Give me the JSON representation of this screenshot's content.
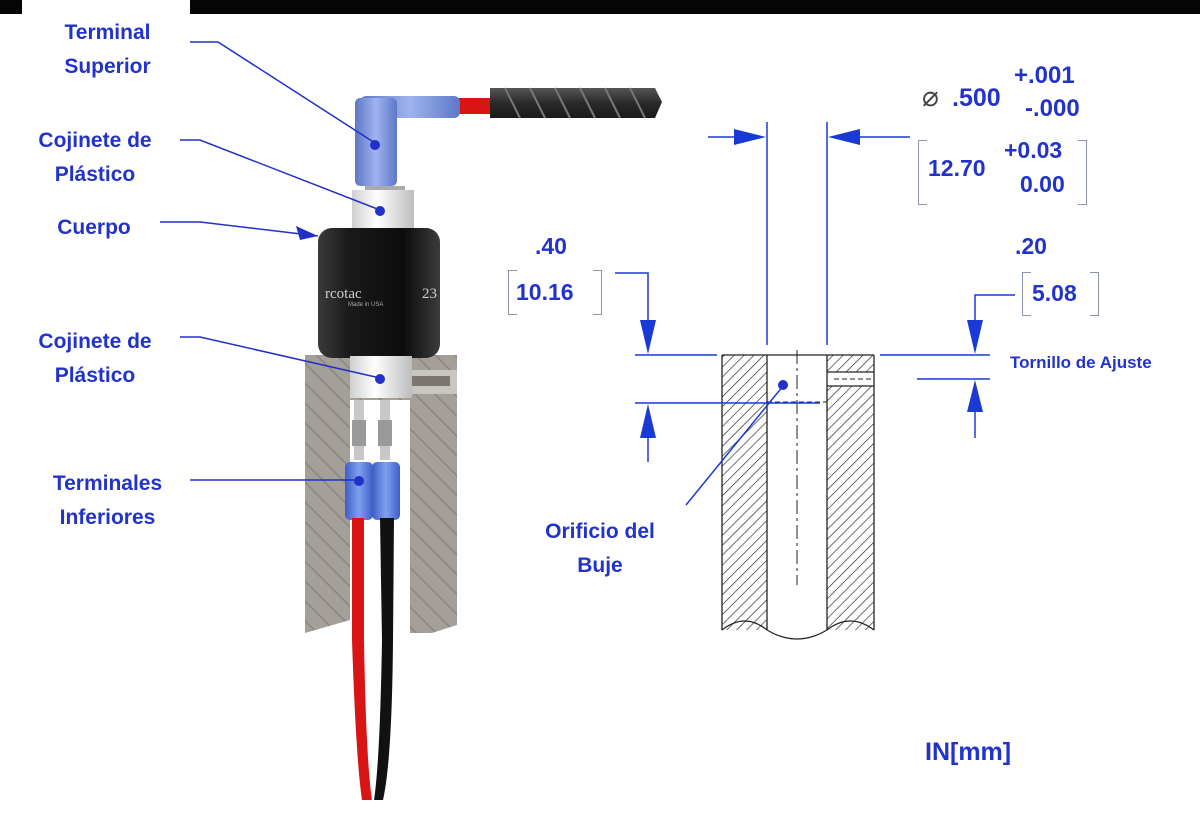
{
  "labels": {
    "terminal_superior": [
      "Terminal",
      "Superior"
    ],
    "cojinete_top": [
      "Cojinete de",
      "Plástico"
    ],
    "cuerpo": "Cuerpo",
    "cojinete_bottom": [
      "Cojinete de",
      "Plástico"
    ],
    "terminales_inferiores": [
      "Terminales",
      "Inferiores"
    ],
    "orificio": [
      "Orificio del",
      "Buje"
    ],
    "tornillo": "Tornillo de Ajuste",
    "units": "IN[mm]"
  },
  "body_print": {
    "brand": "rcotac",
    "made_in": "Made in USA",
    "model": "23"
  },
  "dimensions": {
    "diameter": {
      "symbol": "⌀",
      "nominal": ".500",
      "plus": "+.001",
      "minus": "-.000",
      "metric_nominal": "12.70",
      "metric_plus": "+0.03",
      "metric_minus": "0.00"
    },
    "depth_left": {
      "inch": ".40",
      "mm": "10.16"
    },
    "depth_right": {
      "inch": ".20",
      "mm": "5.08"
    }
  },
  "colors": {
    "label_blue": "#2233cc",
    "dim_line_blue": "#1a3ad6",
    "wire_red": "#d81414",
    "wire_black": "#111111",
    "terminal_blue": "#7f97dd",
    "body_black": "#141414",
    "block_gray": "#9a958f"
  }
}
